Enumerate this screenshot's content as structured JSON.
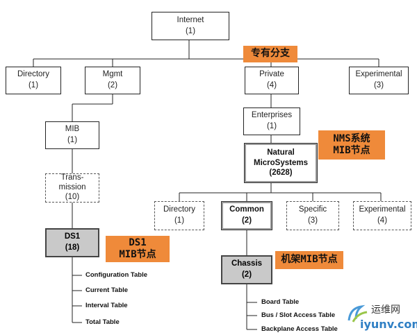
{
  "nodes": {
    "internet": {
      "label": "Internet",
      "num": "(1)"
    },
    "directory": {
      "label": "Directory",
      "num": "(1)"
    },
    "mgmt": {
      "label": "Mgmt",
      "num": "(2)"
    },
    "private": {
      "label": "Private",
      "num": "(4)"
    },
    "experimental": {
      "label": "Experimental",
      "num": "(3)"
    },
    "mib": {
      "label": "MIB",
      "num": "(1)"
    },
    "transmission": {
      "label": "Trans-",
      "label2": "mission",
      "num": "(10)"
    },
    "ds1": {
      "label": "DS1",
      "num": "(18)"
    },
    "enterprises": {
      "label": "Enterprises",
      "num": "(1)"
    },
    "natural": {
      "label": "Natural",
      "label2": "MicroSystems",
      "num": "(2628)"
    },
    "nms_directory": {
      "label": "Directory",
      "num": "(1)"
    },
    "common": {
      "label": "Common",
      "num": "(2)"
    },
    "specific": {
      "label": "Specific",
      "num": "(3)"
    },
    "nms_experimental": {
      "label": "Experimental",
      "num": "(4)"
    },
    "chassis": {
      "label": "Chassis",
      "num": "(2)"
    }
  },
  "tags": {
    "private_branch": "专有分支",
    "nms_line1": "NMS系统",
    "nms_line2": "MIB节点",
    "ds1_line1": "DS1",
    "ds1_line2": "MIB节点",
    "chassis": "机架MIB节点"
  },
  "ds1_tables": [
    "Configuration Table",
    "Current Table",
    "Interval Table",
    "Total Table"
  ],
  "chassis_tables": [
    "Board Table",
    "Bus / Slot Access Table",
    "Backplane Access Table"
  ],
  "watermark": {
    "site": "运维网",
    "url": "iyunv.com"
  },
  "colors": {
    "tag": "#ef8a3a",
    "shaded": "#c9c9c9"
  }
}
